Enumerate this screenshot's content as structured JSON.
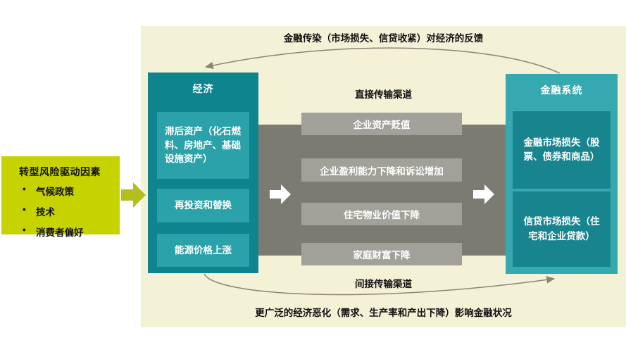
{
  "colors": {
    "panel_bg": "#f3f1d6",
    "driver_yellow": "#c7d300",
    "driver_arrow_yellow": "#b2bf1c",
    "economy_column_teal": "#0d848e",
    "economy_subbox_teal": "#2ba1a9",
    "financial_column_teal": "#35a8b0",
    "financial_subbox_teal": "#17848e",
    "band_gray": "#7b7b72",
    "channel_box_gray": "#a1a199",
    "curve_gray": "#8b8577",
    "text_dark": "#111111",
    "text_white": "#ffffff"
  },
  "driver_box": {
    "title": "转型风险驱动因素",
    "bullet": "•",
    "items": [
      "气候政策",
      "技术",
      "消费者偏好"
    ]
  },
  "feedback_label": "金融传染（市场损失、信贷收紧）对经济的反馈",
  "economy": {
    "title": "经济",
    "boxes": [
      "滞后资产（化石燃料、房地产、基础设施资产）",
      "再投资和替换",
      "能源价格上涨"
    ]
  },
  "direct_channels": {
    "title": "直接传输渠道",
    "boxes": [
      "企业资产贬值",
      "企业盈利能力下降和诉讼增加",
      "住宅物业价值下降",
      "家庭财富下降"
    ]
  },
  "financial_system": {
    "title": "金融系统",
    "boxes": [
      "金融市场损失（股票、债券和商品）",
      "信贷市场损失（住宅和企业贷款）"
    ]
  },
  "indirect_label": "间接传输渠道",
  "bottom_label": "更广泛的经济恶化（需求、生产率和产出下降）影响金融状况"
}
